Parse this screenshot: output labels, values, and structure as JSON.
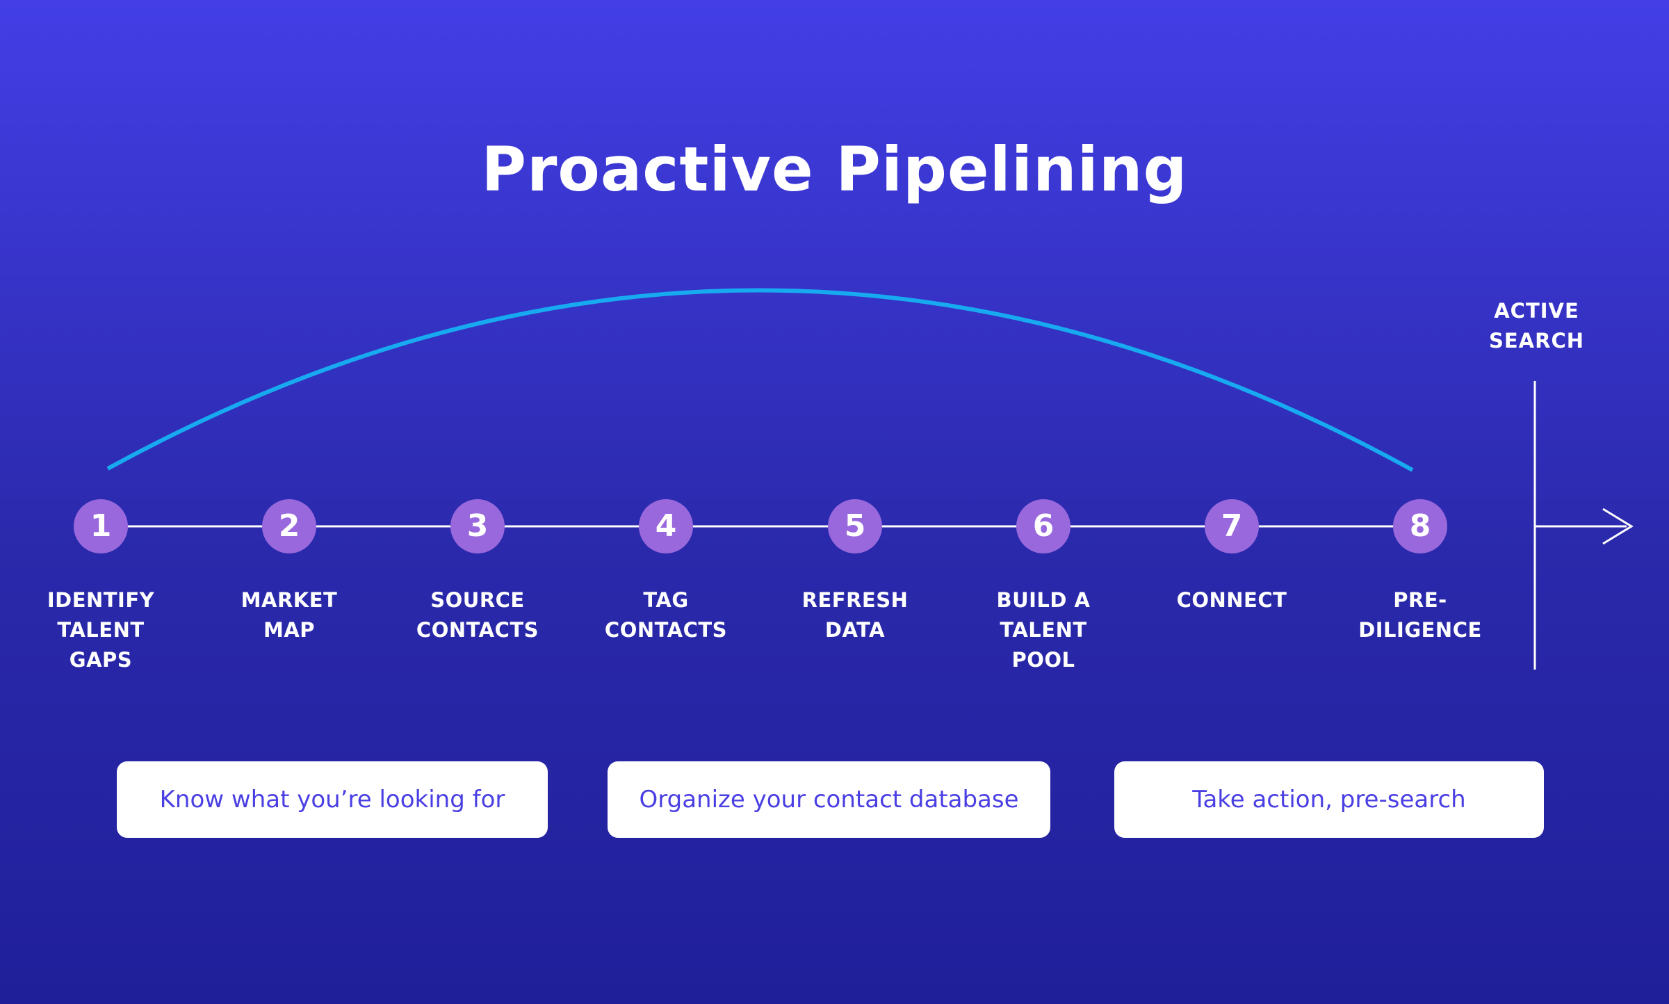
{
  "title": "Proactive Pipelining",
  "colors": {
    "bg-top": "#433ee6",
    "bg-mid": "#2a29ab",
    "bg-bottom": "#201f9a",
    "circle": "#9a68dd",
    "arc": "#18aaf0",
    "line": "#ffffff",
    "text": "#ffffff",
    "phase-bg": "#ffffff",
    "phase-text": "#4a3fe2"
  },
  "steps": [
    {
      "number": "1",
      "label": "IDENTIFY\nTALENT\nGAPS"
    },
    {
      "number": "2",
      "label": "MARKET\nMAP"
    },
    {
      "number": "3",
      "label": "SOURCE\nCONTACTS"
    },
    {
      "number": "4",
      "label": "TAG\nCONTACTS"
    },
    {
      "number": "5",
      "label": "REFRESH\nDATA"
    },
    {
      "number": "6",
      "label": "BUILD A\nTALENT\nPOOL"
    },
    {
      "number": "7",
      "label": "CONNECT"
    },
    {
      "number": "8",
      "label": "PRE-\nDILIGENCE"
    }
  ],
  "active_search_label": "ACTIVE\nSEARCH",
  "phases": [
    {
      "label": "Know what you’re looking for"
    },
    {
      "label": "Organize your contact database"
    },
    {
      "label": "Take action, pre-search"
    }
  ]
}
